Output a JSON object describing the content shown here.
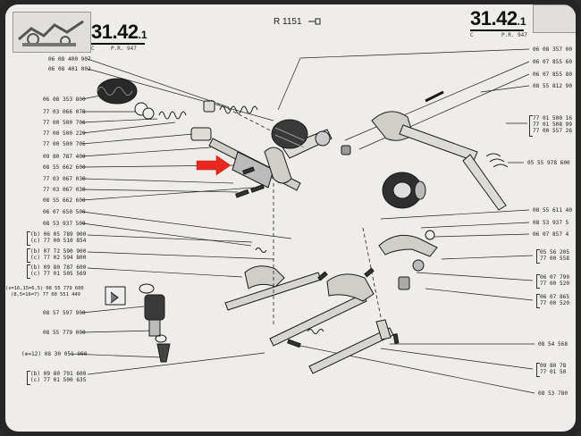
{
  "header": {
    "ref_left_big": "31.42",
    "ref_left_small": ".1",
    "ref_left_c": "C",
    "ref_left_pr": "P.R. 947",
    "ref_right_big": "31.42",
    "ref_right_small": ".1",
    "ref_right_c": "C",
    "ref_right_pr": "P.R. 947",
    "r_ref": "R 1151"
  },
  "left_labels": [
    "06 08 400 907",
    "06 08 401 002",
    "06 08 353 800",
    "77 03 066 078",
    "77 00 500 706",
    "77 00 500 229",
    "77 00 500 705",
    "09 80 787 400",
    "08 55 662 600",
    "77 03 067 030",
    "77 03 067 030",
    "08 55 662 600",
    "06 07 650 500",
    "08 53 937 500",
    "(b) 06 05 789 900",
    "(c) 77 00 510 854",
    "(b) 07 72 590 900",
    "(c) 77 02 594 800",
    "(b) 09 80 787 600",
    "(c) 77 01 505 569",
    "(s=16,15=6,5) 08 55 779 600",
    "(8,5=16=7) 77 00 551 449",
    "08 57 597 900",
    "08 55 779 000",
    "(⊕=12) 08 30 051 900",
    "(b) 09 80 791 600",
    "(c) 77 01 500 635"
  ],
  "right_labels": [
    "06 08 357 00",
    "06 07 855 60",
    "06 07 855 80",
    "08 55 812 90",
    "77 01 500 16",
    "77 01 508 99",
    "77 00 557 26",
    "05 55 978 600",
    "08 55 611 40",
    "08 53 937 5",
    "06 07 857 4",
    "05 56 205",
    "77 00 558",
    "06 07 799",
    "77 00 520",
    "06 07 865",
    "77 00 520",
    "08 54 568",
    "09 80 78",
    "77 01 50",
    "08 53 780"
  ],
  "colors": {
    "paper": "#eeede9",
    "ink": "#1a1a1a",
    "arrow": "#e8281e"
  },
  "icons": {
    "pointer": "hand-pointer-icon",
    "arrow": "red-arrow-icon"
  }
}
